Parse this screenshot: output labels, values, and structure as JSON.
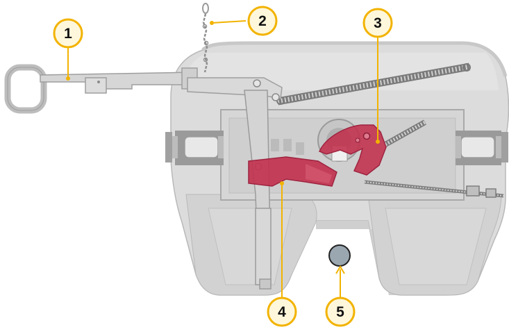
{
  "callouts": [
    {
      "number": "1"
    },
    {
      "number": "2"
    },
    {
      "number": "3"
    },
    {
      "number": "4"
    },
    {
      "number": "5"
    }
  ],
  "colors": {
    "plate": "#dcdcdc",
    "plate_shadow": "#c4c4c4",
    "plate_edge": "#b2b2b2",
    "dark_part": "#8c8c8c",
    "jaw": "#c2334f",
    "jaw_dark": "#9e2340",
    "callout_fill": "#fff7dc",
    "callout_ring": "#f2b300",
    "leader": "#f2b300",
    "kingpin": "#9aa7b1"
  }
}
